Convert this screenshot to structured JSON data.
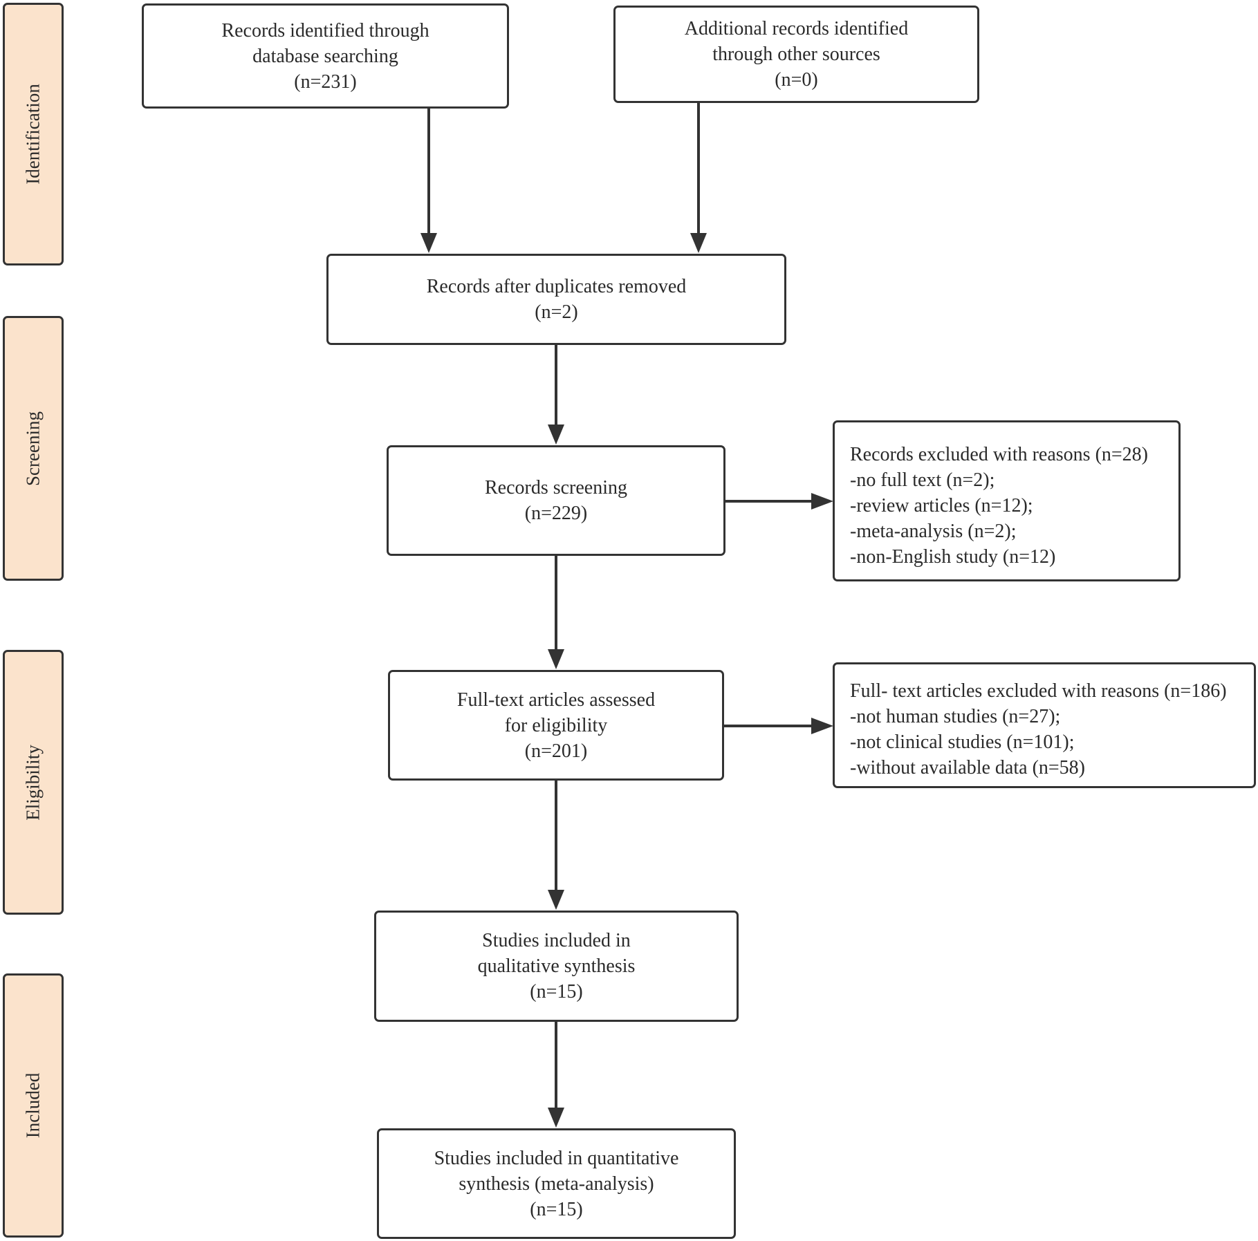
{
  "phases": {
    "identification": "Identification",
    "screening": "Screening",
    "eligibility": "Eligibility",
    "included": "Included"
  },
  "boxes": {
    "database_records": {
      "line1": "Records identified through",
      "line2": "database searching",
      "count": "(n=231)"
    },
    "other_sources": {
      "line1": "Additional records identified",
      "line2": "through other sources",
      "count": "(n=0)"
    },
    "duplicates_removed": {
      "line1": "Records after duplicates removed",
      "count": "(n=2)"
    },
    "screening": {
      "line1": "Records screening",
      "count": "(n=229)"
    },
    "full_text": {
      "line1": "Full-text articles assessed",
      "line2": "for eligibility",
      "count": "(n=201)"
    },
    "qualitative": {
      "line1": "Studies included in",
      "line2": "qualitative synthesis",
      "count": "(n=15)"
    },
    "quantitative": {
      "line1": "Studies included in quantitative",
      "line2": "synthesis (meta-analysis)",
      "count": "(n=15)"
    }
  },
  "exclusions": {
    "screening": {
      "title": "Records excluded with reasons (n=28)",
      "reasons": [
        "-no full text  (n=2);",
        "-review articles (n=12);",
        "-meta-analysis (n=2);",
        "-non-English study (n=12)"
      ]
    },
    "eligibility": {
      "title": "Full- text articles excluded with reasons (n=186)",
      "reasons": [
        "-not human studies (n=27);",
        "-not clinical studies (n=101);",
        "-without available data (n=58)"
      ]
    }
  },
  "colors": {
    "phase_fill": "#fbe3cc",
    "stroke": "#333333",
    "text": "#2a2a2a",
    "background": "#ffffff"
  }
}
